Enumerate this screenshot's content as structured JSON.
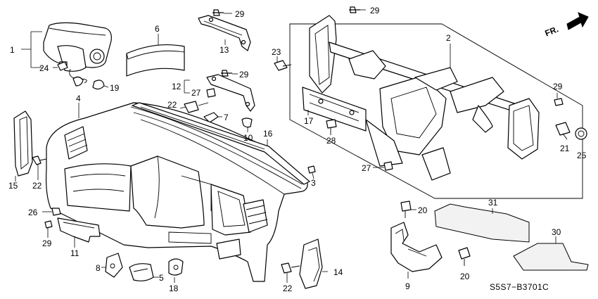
{
  "diagram_code": "S5S7−B3701C",
  "direction_label": "FR.",
  "callouts": {
    "c1": "1",
    "c2": "2",
    "c3": "3",
    "c4": "4",
    "c5": "5",
    "c6": "6",
    "c7": "7",
    "c8": "8",
    "c9": "9",
    "c10": "10",
    "c11": "11",
    "c12": "12",
    "c13": "13",
    "c14": "14",
    "c15": "15",
    "c16": "16",
    "c17": "17",
    "c18": "18",
    "c19": "19",
    "c20a": "20",
    "c20b": "20",
    "c21": "21",
    "c22a": "22",
    "c22b": "22",
    "c22c": "22",
    "c23": "23",
    "c24": "24",
    "c25": "25",
    "c26": "26",
    "c27a": "27",
    "c27b": "27",
    "c28": "28",
    "c29a": "29",
    "c29b": "29",
    "c29c": "29",
    "c29d": "29",
    "c29e": "29",
    "c30": "30",
    "c31": "31"
  }
}
